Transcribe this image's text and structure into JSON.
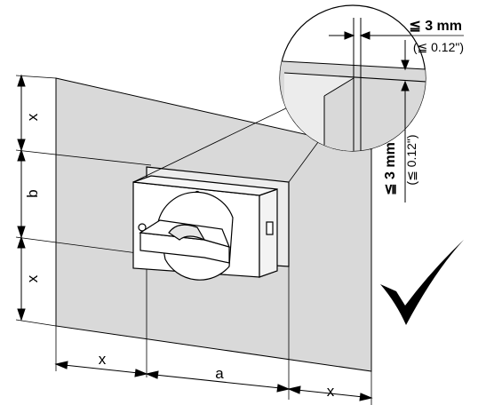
{
  "dimensions": {
    "x_top": "x",
    "b": "b",
    "x_middle": "x",
    "x_bottom_left": "x",
    "a": "a",
    "x_bottom_right": "x"
  },
  "detail": {
    "horizontal_gap": "≦ 3 mm",
    "horizontal_gap_inch": "(≦ 0.12\")",
    "vertical_gap": "≦ 3 mm",
    "vertical_gap_inch": "(≦ 0.12\")"
  },
  "colors": {
    "panel": "#d9d9d9",
    "line": "#000000",
    "switch_body": "#ffffff"
  },
  "checkmark": "check-icon"
}
